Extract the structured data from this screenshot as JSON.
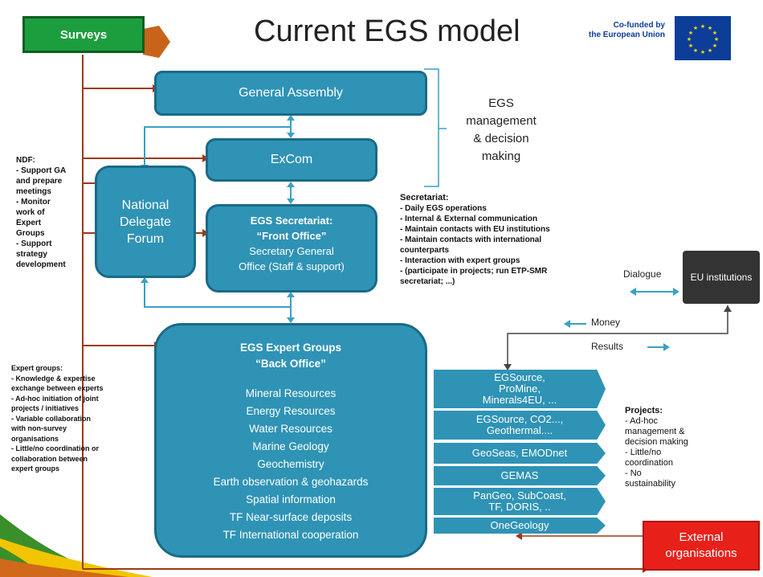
{
  "title": "Current EGS model",
  "eu_funding": {
    "line1": "Co-funded by",
    "line2": "the European Union",
    "flag_color": "#0b3d99",
    "star_color": "#ffdd00"
  },
  "colors": {
    "box": "#2f93b5",
    "box_border": "#1a6a88",
    "arrow": "#9a3a1a",
    "connector": "#3aa0c8",
    "surveys": "#1d9e3e",
    "external": "#e8201a",
    "eu_box": "#333333"
  },
  "surveys_label": "Surveys",
  "general_assembly": "General Assembly",
  "excom": "ExCom",
  "ndf": "National Delegate Forum",
  "secretariat_box": {
    "line1": "EGS Secretariat:",
    "line2": "“Front Office”",
    "line3": "Secretary  General",
    "line4": "Office (Staff & support)"
  },
  "expert_groups_box": {
    "heading1": "EGS Expert Groups",
    "heading2": "“Back Office”",
    "items": [
      "Mineral Resources",
      "Energy Resources",
      "Water Resources",
      "Marine Geology",
      "Geochemistry",
      "Earth observation & geohazards",
      "Spatial information",
      "TF Near-surface deposits",
      "TF International cooperation"
    ]
  },
  "egs_management": [
    "EGS",
    "management",
    "& decision",
    "making"
  ],
  "ndf_notes": [
    "NDF:",
    "- Support GA",
    "and prepare",
    "meetings",
    "- Monitor",
    "work of",
    "Expert",
    "Groups",
    "- Support",
    "strategy",
    "development"
  ],
  "secretariat_notes": [
    "Secretariat:",
    "- Daily EGS operations",
    "- Internal & External communication",
    "- Maintain contacts with EU institutions",
    "- Maintain contacts with international",
    "counterparts",
    "- Interaction with expert groups",
    "- (participate in projects; run ETP-SMR",
    "secretariat; ...)"
  ],
  "expert_notes": [
    "Expert groups:",
    "- Knowledge & expertise",
    "exchange between experts",
    "- Ad-hoc initiation of joint",
    "projects / initiatives",
    "- Variable collaboration",
    "with non-survey",
    "organisations",
    "- Little/no coordination or",
    "collaboration between",
    "expert groups"
  ],
  "projects_list": [
    [
      "EGSource,",
      "ProMine,",
      "Minerals4EU, ..."
    ],
    [
      "EGSource, CO2...,",
      "Geothermal...."
    ],
    [
      "GeoSeas, EMODnet"
    ],
    [
      "GEMAS"
    ],
    [
      "PanGeo, SubCoast,",
      "TF, DORIS, .."
    ],
    [
      "OneGeology"
    ]
  ],
  "project_notes": [
    "Projects:",
    "- Ad-hoc",
    "management &",
    "decision making",
    "- Little/no",
    "coordination",
    "- No",
    "sustainability"
  ],
  "dialogue": "Dialogue",
  "money": "Money",
  "results": "Results",
  "eu_institutions": "EU institutions",
  "external_orgs": "External organisations"
}
